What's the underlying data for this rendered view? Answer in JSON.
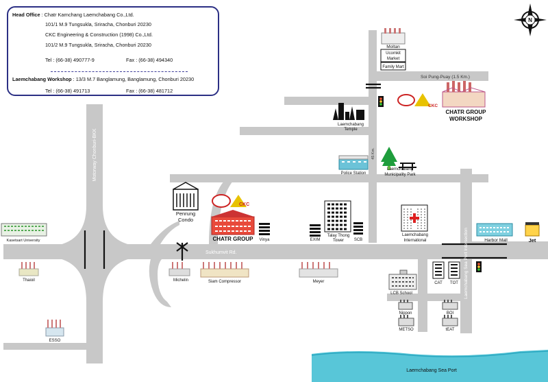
{
  "info": {
    "head_office_label": "Head Office",
    "head_office_company": "Chatr Karnchang Laemchabang Co.,Ltd.",
    "address1": "101/1 M.9 Tungsukla, Sriracha, Chonburi 20230",
    "company2": "CKC Engineering & Construction (1998) Co.,Ltd.",
    "address2": "101/2 M.9 Tungsukla, Sriracha, Chonburi 20230",
    "tel1": "Tel : (66-38) 490777-9",
    "fax1": "Fax : (66-38) 494340",
    "workshop_label": "Laemchabang Workshop",
    "workshop_address": "13/3 M.7 Banglamung, Banglamung, Chonburi 20230",
    "tel2": "Tel : (66-38) 491713",
    "fax2": "Fax : (66-38) 481712"
  },
  "compass": {
    "north": "N"
  },
  "roads": {
    "soi": "Soi Pung-Puay  (1.5 Km.)",
    "sukhumvit": "Sukhumvit Rd.",
    "motorway": "Motorway Chonburi-BKK",
    "intersection": "Laemchabang Sea Port Intersection",
    "km": "45 Km."
  },
  "places": {
    "moltan": "Moltan",
    "ucomkit": "Ucomkit",
    "market": "Market",
    "family_mart": "Family Mart",
    "workshop_line1": "CHATR GROUP",
    "workshop_line2": "WORKSHOP",
    "ckc": "CKC",
    "temple_line1": "Laemchabang",
    "temple_line2": "Temple",
    "police": "Police Station",
    "park_line1": "Laemchabang",
    "park_line2": "Municipality Park",
    "penrung_line1": "Penrung",
    "penrung_line2": "Condo",
    "chatr_group": "CHATR GROUP",
    "vinya": "Vinya",
    "exim": "EXIM",
    "talay_line1": "Talay Thong",
    "talay_line2": "Tower",
    "scb": "SCB",
    "hospital_line1": "Laemchabang",
    "hospital_line2": "International",
    "harbor": "Harbor Mall",
    "jet": "Jet",
    "kasetsart": "Kasetsart University",
    "thaioil": "Thaioil",
    "michelin": "Michelin",
    "siam": "Siam Compressor",
    "meyer": "Meyer",
    "cat": "CAT",
    "tot": "TOT",
    "lcb": "LCB School",
    "nippon": "Nippon",
    "boi": "BOI",
    "metso": "METSO",
    "teat": "tEAT",
    "esso": "ESSO",
    "seaport": "Laemchabang Sea Port"
  },
  "colors": {
    "road": "#c8c8c8",
    "box_border": "#2b2f84",
    "sea": "#58c6d8",
    "ckc_red": "#cc2222",
    "ckc_yellow": "#e8c200"
  }
}
